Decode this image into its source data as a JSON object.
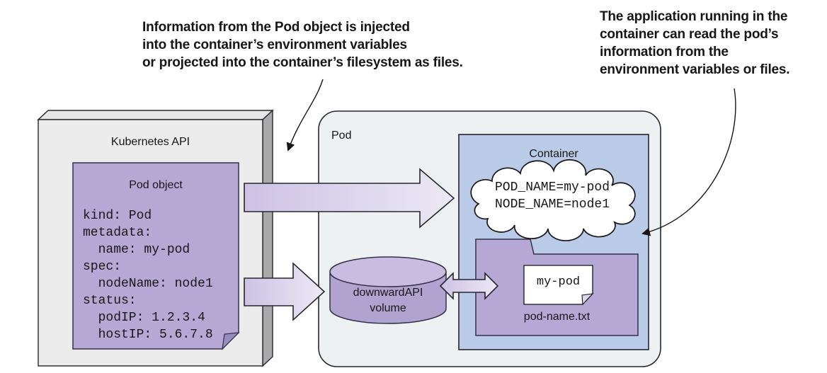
{
  "annotations": {
    "left": "Information from the Pod object is injected\ninto the container’s environment variables\nor projected into the container’s filesystem as files.",
    "right": "The application running in the\ncontainer can read the pod’s\ninformation from the\nenvironment variables or files."
  },
  "kubernetes_api": {
    "title": "Kubernetes API",
    "pod_object": {
      "title": "Pod object",
      "yaml": "kind: Pod\nmetadata:\n  name: my-pod\nspec:\n  nodeName: node1\nstatus:\n  podIP: 1.2.3.4\n  hostIP: 5.6.7.8"
    }
  },
  "pod": {
    "title": "Pod",
    "container": {
      "title": "Container",
      "env_vars": "POD_NAME=my-pod\nNODE_NAME=node1",
      "folder": {
        "file_content": "my-pod",
        "file_label": "pod-name.txt"
      }
    },
    "volume": {
      "label": "downwardAPI\nvolume"
    }
  },
  "colors": {
    "ink": "#161616",
    "border": "#26262e",
    "borderPurple": "#343048",
    "grayBox": "#ececec",
    "grayTop": "#e6e6e6",
    "graySide": "#a9a9a9",
    "podBg": "#eef1f2",
    "blue": "#b9cbe7",
    "purple": "#b5a8d4",
    "purpleMid": "#b0a3d0",
    "purpleLight": "#c8bce0",
    "purpleDark": "#988cc0",
    "foldGray": "#d9d9ea",
    "arrowFrom": "#cdc2e4",
    "arrowTo": "#ece9f6"
  }
}
